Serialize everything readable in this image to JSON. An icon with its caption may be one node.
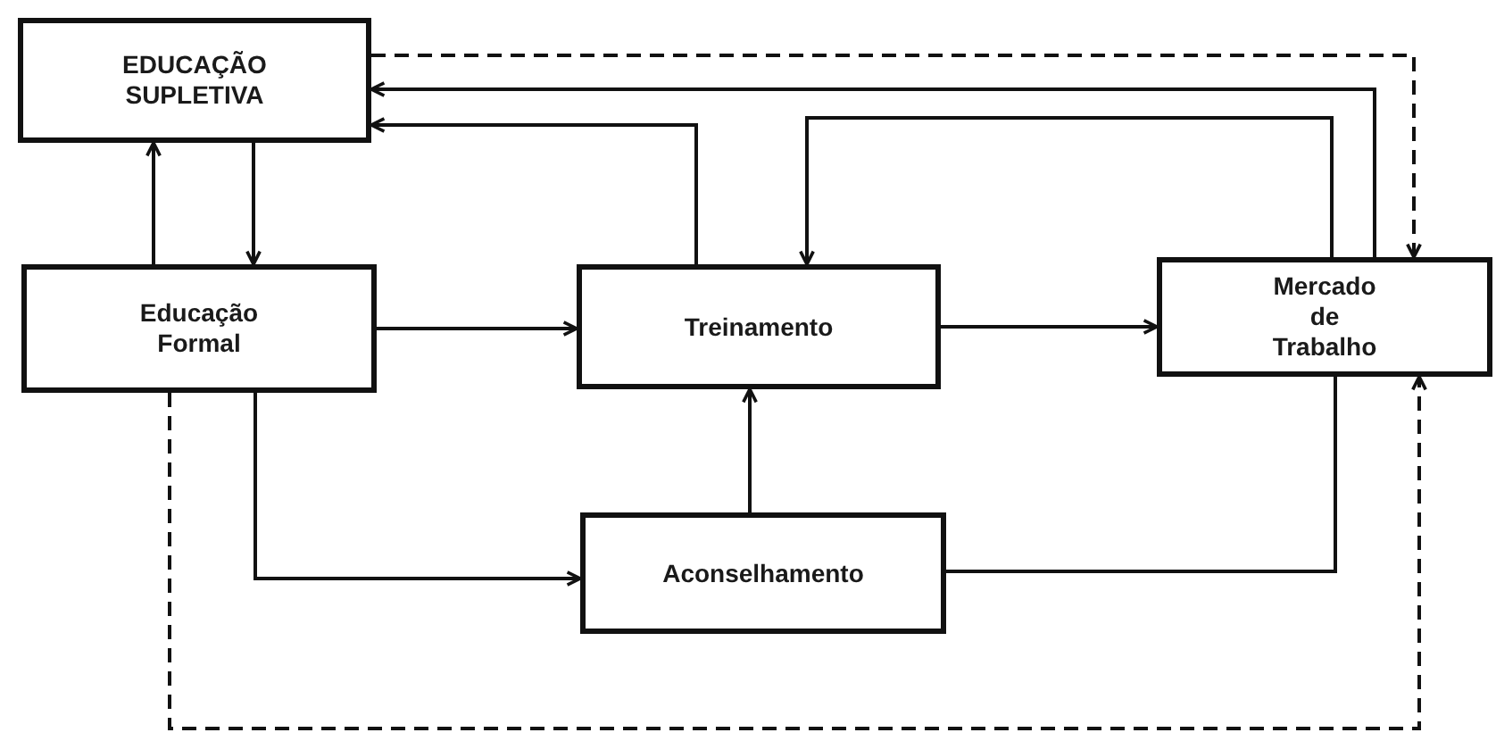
{
  "diagram": {
    "nodes": [
      {
        "text": [
          "EDUCAÇÃO SUPLETIVA"
        ]
      },
      {
        "text": [
          "Educação Formal"
        ]
      },
      {
        "text": [
          "Treinamento"
        ]
      },
      {
        "text": [
          "Mercado de Trabalho"
        ]
      },
      {
        "text": [
          "Aconselhamento"
        ]
      }
    ],
    "edges": [
      {
        "from": 0,
        "to": 1,
        "arrow": "to"
      },
      {
        "from": 1,
        "to": 0,
        "arrow": "to"
      },
      {
        "from": 1,
        "to": 2,
        "arrow": "to"
      },
      {
        "from": 2,
        "to": 0,
        "arrow": "to"
      },
      {
        "from": 3,
        "to": 0,
        "arrow": "to"
      },
      {
        "from": 3,
        "to": 2,
        "arrow": "to"
      },
      {
        "from": 0,
        "to": 3,
        "arrow": "to",
        "style": "dashed"
      },
      {
        "from": 2,
        "to": 3,
        "arrow": "to"
      },
      {
        "from": 1,
        "to": 4,
        "arrow": "to"
      },
      {
        "from": 4,
        "to": 2,
        "arrow": "to"
      },
      {
        "from": 4,
        "to": 3,
        "arrow": "none"
      },
      {
        "from": 1,
        "to": 3,
        "arrow": "to",
        "style": "dashed"
      }
    ]
  }
}
